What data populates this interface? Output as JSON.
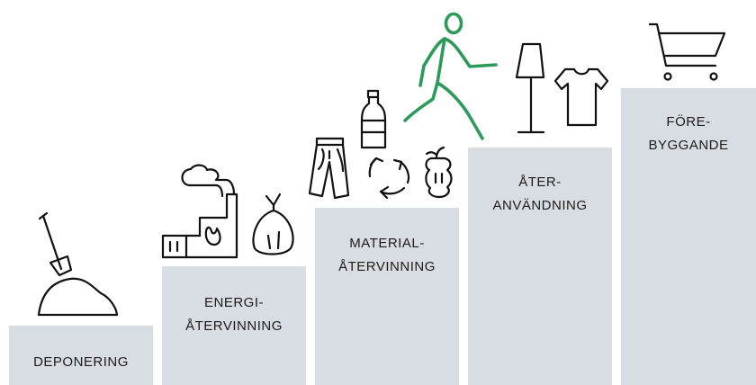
{
  "steps": [
    {
      "id": "deponering",
      "lines": [
        "DEPONERING"
      ]
    },
    {
      "id": "energi",
      "lines": [
        "ENERGI-",
        "ÅTERVINNING"
      ]
    },
    {
      "id": "material",
      "lines": [
        "MATERIAL-",
        "ÅTERVINNING"
      ]
    },
    {
      "id": "ater",
      "lines": [
        "ÅTER-",
        "ANVÄNDNING"
      ]
    },
    {
      "id": "fore",
      "lines": [
        "FÖRE-",
        "BYGGANDE"
      ]
    }
  ],
  "icons": [
    "shovel-icon",
    "factory-icon",
    "trash-bag-icon",
    "jeans-icon",
    "bottle-icon",
    "recycle-icon",
    "apple-core-icon",
    "walking-person-icon",
    "floor-lamp-icon",
    "tshirt-icon",
    "shopping-cart-icon"
  ],
  "colors": {
    "step": "#d7dde3",
    "text": "#1c1c1c",
    "walker": "#2c9a5a",
    "icon": "#111111"
  }
}
